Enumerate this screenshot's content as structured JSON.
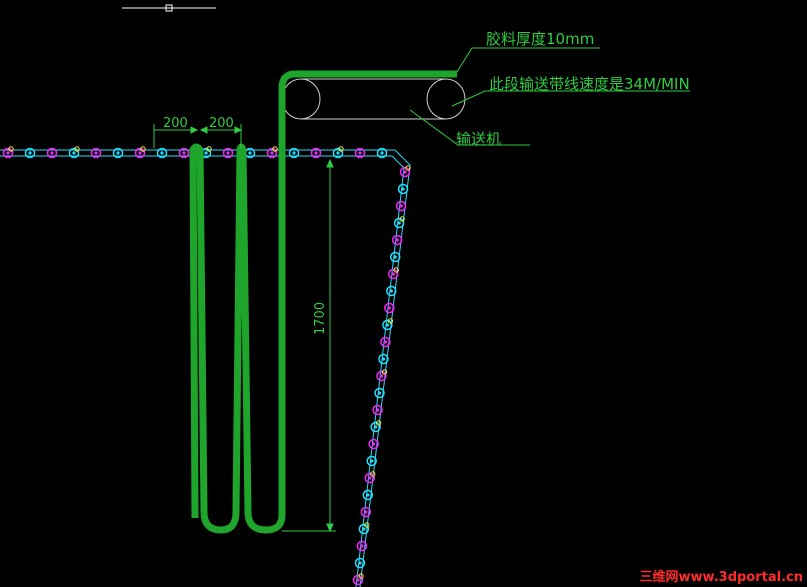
{
  "annotations": {
    "glue_thickness": "胶料厚度10mm",
    "conveyor_speed": "此段输送带线速度是34M/MIN",
    "conveyor": "输送机"
  },
  "dimensions": {
    "gap_left": "200",
    "gap_right": "200",
    "loop_depth": "1700"
  },
  "watermark": "三维网www.3dportal.cn",
  "colors": {
    "background": "#000000",
    "belt": "#1fa52b",
    "dim_lines": "#2ecc40",
    "chain_links": "#ff22ff",
    "chain_rollers": "#22e0ff",
    "chain_pins": "#ffee33",
    "watermark": "#ff2a2a"
  }
}
